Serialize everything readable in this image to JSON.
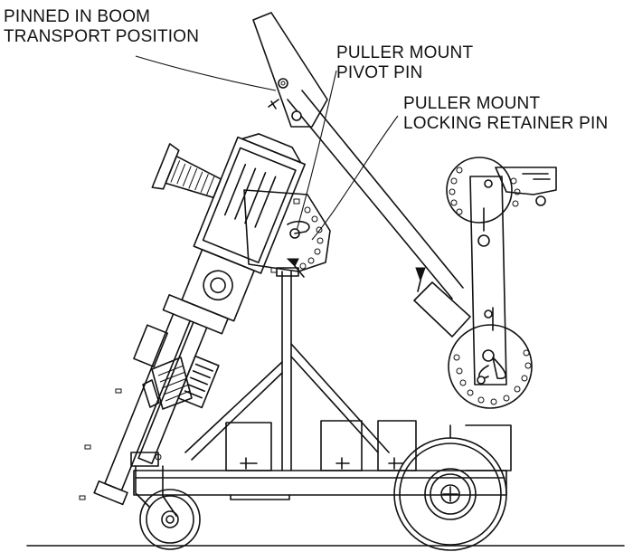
{
  "callouts": {
    "boom_transport": {
      "line1": "PINNED IN BOOM",
      "line2": "TRANSPORT POSITION"
    },
    "pivot_pin": {
      "line1": "PULLER MOUNT",
      "line2": "PIVOT PIN"
    },
    "locking_pin": {
      "line1": "PULLER MOUNT",
      "line2": "LOCKING RETAINER PIN"
    }
  },
  "colors": {
    "line": "#111111",
    "background": "#ffffff"
  }
}
